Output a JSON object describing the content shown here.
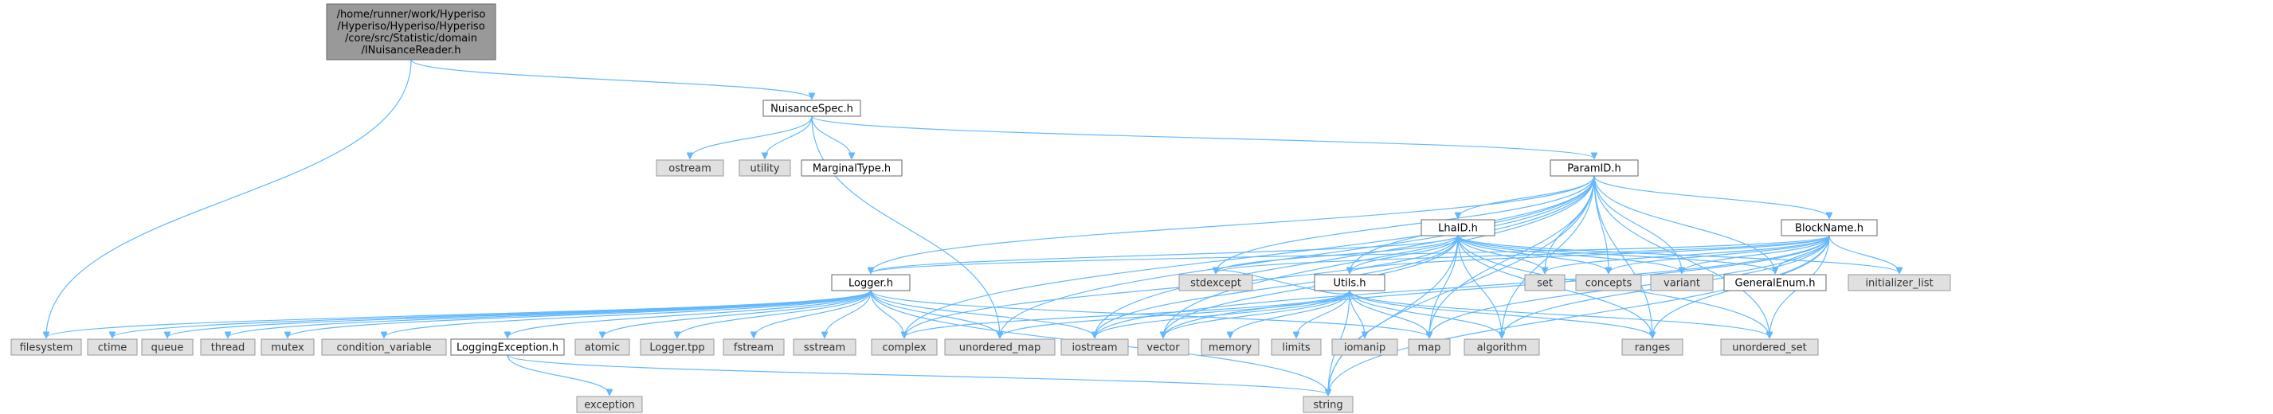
{
  "graph": {
    "nodes": [
      {
        "id": "root",
        "lines": [
          "/home/runner/work/Hyperiso",
          "/Hyperiso/Hyperiso/Hyperiso",
          "/core/src/Statistic/domain",
          "/INuisanceReader.h"
        ],
        "kind": "root"
      },
      {
        "id": "nuisancespec",
        "lines": [
          "NuisanceSpec.h"
        ],
        "kind": "hdr"
      },
      {
        "id": "ostream",
        "lines": [
          "ostream"
        ],
        "kind": "sys"
      },
      {
        "id": "utility",
        "lines": [
          "utility"
        ],
        "kind": "sys"
      },
      {
        "id": "marginaltype",
        "lines": [
          "MarginalType.h"
        ],
        "kind": "hdr"
      },
      {
        "id": "paramid",
        "lines": [
          "ParamID.h"
        ],
        "kind": "hdr"
      },
      {
        "id": "lhaid",
        "lines": [
          "LhaID.h"
        ],
        "kind": "hdr"
      },
      {
        "id": "blockname",
        "lines": [
          "BlockName.h"
        ],
        "kind": "hdr"
      },
      {
        "id": "logger",
        "lines": [
          "Logger.h"
        ],
        "kind": "hdr"
      },
      {
        "id": "utils",
        "lines": [
          "Utils.h"
        ],
        "kind": "hdr"
      },
      {
        "id": "stdexcept",
        "lines": [
          "stdexcept"
        ],
        "kind": "sys"
      },
      {
        "id": "set",
        "lines": [
          "set"
        ],
        "kind": "sys"
      },
      {
        "id": "concepts",
        "lines": [
          "concepts"
        ],
        "kind": "sys"
      },
      {
        "id": "variant",
        "lines": [
          "variant"
        ],
        "kind": "sys"
      },
      {
        "id": "generalenum",
        "lines": [
          "GeneralEnum.h"
        ],
        "kind": "hdr"
      },
      {
        "id": "initlist",
        "lines": [
          "initializer_list"
        ],
        "kind": "sys"
      },
      {
        "id": "filesystem",
        "lines": [
          "filesystem"
        ],
        "kind": "sys"
      },
      {
        "id": "ctime",
        "lines": [
          "ctime"
        ],
        "kind": "sys"
      },
      {
        "id": "queue",
        "lines": [
          "queue"
        ],
        "kind": "sys"
      },
      {
        "id": "thread",
        "lines": [
          "thread"
        ],
        "kind": "sys"
      },
      {
        "id": "mutex",
        "lines": [
          "mutex"
        ],
        "kind": "sys"
      },
      {
        "id": "condvar",
        "lines": [
          "condition_variable"
        ],
        "kind": "sys"
      },
      {
        "id": "loggingexc",
        "lines": [
          "LoggingException.h"
        ],
        "kind": "hdr"
      },
      {
        "id": "atomic",
        "lines": [
          "atomic"
        ],
        "kind": "sys"
      },
      {
        "id": "loggertpp",
        "lines": [
          "Logger.tpp"
        ],
        "kind": "sys"
      },
      {
        "id": "fstream",
        "lines": [
          "fstream"
        ],
        "kind": "sys"
      },
      {
        "id": "sstream",
        "lines": [
          "sstream"
        ],
        "kind": "sys"
      },
      {
        "id": "complex",
        "lines": [
          "complex"
        ],
        "kind": "sys"
      },
      {
        "id": "unorderedmap",
        "lines": [
          "unordered_map"
        ],
        "kind": "sys"
      },
      {
        "id": "iostream",
        "lines": [
          "iostream"
        ],
        "kind": "sys"
      },
      {
        "id": "vector",
        "lines": [
          "vector"
        ],
        "kind": "sys"
      },
      {
        "id": "memory",
        "lines": [
          "memory"
        ],
        "kind": "sys"
      },
      {
        "id": "limits",
        "lines": [
          "limits"
        ],
        "kind": "sys"
      },
      {
        "id": "iomanip",
        "lines": [
          "iomanip"
        ],
        "kind": "sys"
      },
      {
        "id": "map",
        "lines": [
          "map"
        ],
        "kind": "sys"
      },
      {
        "id": "algorithm",
        "lines": [
          "algorithm"
        ],
        "kind": "sys"
      },
      {
        "id": "ranges",
        "lines": [
          "ranges"
        ],
        "kind": "sys"
      },
      {
        "id": "unorderedset",
        "lines": [
          "unordered_set"
        ],
        "kind": "sys"
      },
      {
        "id": "exception",
        "lines": [
          "exception"
        ],
        "kind": "sys"
      },
      {
        "id": "string",
        "lines": [
          "string"
        ],
        "kind": "sys"
      }
    ],
    "edges": [
      [
        "root",
        "nuisancespec"
      ],
      [
        "root",
        "filesystem"
      ],
      [
        "nuisancespec",
        "ostream"
      ],
      [
        "nuisancespec",
        "utility"
      ],
      [
        "nuisancespec",
        "marginaltype"
      ],
      [
        "nuisancespec",
        "paramid"
      ],
      [
        "nuisancespec",
        "unorderedmap"
      ],
      [
        "paramid",
        "lhaid"
      ],
      [
        "paramid",
        "blockname"
      ],
      [
        "paramid",
        "logger"
      ],
      [
        "paramid",
        "utils"
      ],
      [
        "paramid",
        "stdexcept"
      ],
      [
        "paramid",
        "set"
      ],
      [
        "paramid",
        "concepts"
      ],
      [
        "paramid",
        "variant"
      ],
      [
        "paramid",
        "generalenum"
      ],
      [
        "paramid",
        "iostream"
      ],
      [
        "paramid",
        "vector"
      ],
      [
        "paramid",
        "map"
      ],
      [
        "paramid",
        "algorithm"
      ],
      [
        "paramid",
        "ranges"
      ],
      [
        "paramid",
        "unorderedset"
      ],
      [
        "paramid",
        "string"
      ],
      [
        "paramid",
        "unorderedmap"
      ],
      [
        "paramid",
        "complex"
      ],
      [
        "lhaid",
        "logger"
      ],
      [
        "lhaid",
        "utils"
      ],
      [
        "lhaid",
        "stdexcept"
      ],
      [
        "lhaid",
        "set"
      ],
      [
        "lhaid",
        "concepts"
      ],
      [
        "lhaid",
        "variant"
      ],
      [
        "lhaid",
        "generalenum"
      ],
      [
        "lhaid",
        "initlist"
      ],
      [
        "lhaid",
        "string"
      ],
      [
        "lhaid",
        "vector"
      ],
      [
        "lhaid",
        "map"
      ],
      [
        "lhaid",
        "algorithm"
      ],
      [
        "lhaid",
        "ranges"
      ],
      [
        "lhaid",
        "unorderedset"
      ],
      [
        "lhaid",
        "iostream"
      ],
      [
        "lhaid",
        "complex"
      ],
      [
        "blockname",
        "logger"
      ],
      [
        "blockname",
        "utils"
      ],
      [
        "blockname",
        "stdexcept"
      ],
      [
        "blockname",
        "set"
      ],
      [
        "blockname",
        "concepts"
      ],
      [
        "blockname",
        "variant"
      ],
      [
        "blockname",
        "generalenum"
      ],
      [
        "blockname",
        "initlist"
      ],
      [
        "blockname",
        "string"
      ],
      [
        "blockname",
        "vector"
      ],
      [
        "blockname",
        "map"
      ],
      [
        "blockname",
        "algorithm"
      ],
      [
        "blockname",
        "ranges"
      ],
      [
        "blockname",
        "unorderedset"
      ],
      [
        "blockname",
        "iostream"
      ],
      [
        "logger",
        "filesystem"
      ],
      [
        "logger",
        "ctime"
      ],
      [
        "logger",
        "queue"
      ],
      [
        "logger",
        "thread"
      ],
      [
        "logger",
        "mutex"
      ],
      [
        "logger",
        "condvar"
      ],
      [
        "logger",
        "loggingexc"
      ],
      [
        "logger",
        "atomic"
      ],
      [
        "logger",
        "loggertpp"
      ],
      [
        "logger",
        "fstream"
      ],
      [
        "logger",
        "sstream"
      ],
      [
        "logger",
        "complex"
      ],
      [
        "logger",
        "unorderedmap"
      ],
      [
        "logger",
        "iostream"
      ],
      [
        "logger",
        "string"
      ],
      [
        "logger",
        "map"
      ],
      [
        "utils",
        "complex"
      ],
      [
        "utils",
        "unorderedmap"
      ],
      [
        "utils",
        "iostream"
      ],
      [
        "utils",
        "vector"
      ],
      [
        "utils",
        "memory"
      ],
      [
        "utils",
        "limits"
      ],
      [
        "utils",
        "iomanip"
      ],
      [
        "utils",
        "map"
      ],
      [
        "utils",
        "algorithm"
      ],
      [
        "utils",
        "ranges"
      ],
      [
        "utils",
        "unorderedset"
      ],
      [
        "utils",
        "string"
      ],
      [
        "utils",
        "stdexcept"
      ],
      [
        "loggingexc",
        "exception"
      ],
      [
        "loggingexc",
        "string"
      ]
    ]
  },
  "colors": {
    "edge": "#63b8ff",
    "system_fill": "#e0e0e0",
    "header_fill": "#ffffff",
    "root_fill": "#999999",
    "border": "#999999"
  }
}
